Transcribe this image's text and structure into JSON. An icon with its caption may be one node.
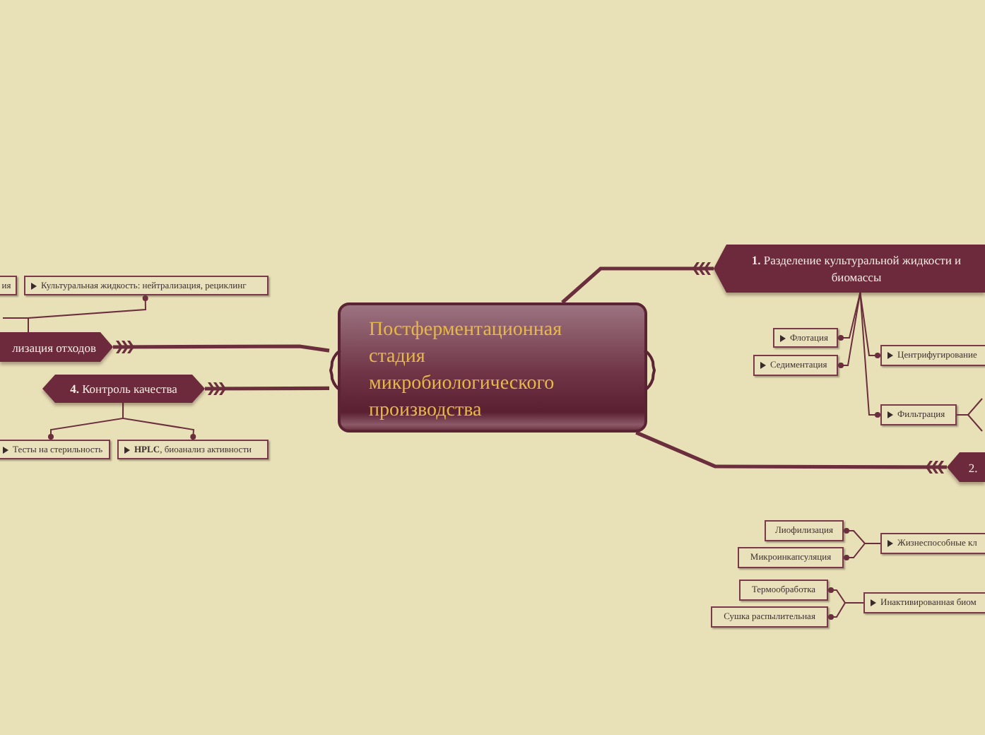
{
  "diagram": {
    "nodes": [
      {
        "text": [
          "Постферментационная стадия микробиологического производства"
        ]
      },
      {
        "text": [
          "**1.** Разделение культуральной жидкости и биомассы"
        ]
      },
      {
        "text": [
          "Флотация"
        ]
      },
      {
        "text": [
          "Седиментация"
        ]
      },
      {
        "text": [
          "Центрифугирование"
        ]
      },
      {
        "text": [
          "Фильтрация"
        ]
      },
      {
        "text": [
          "2."
        ]
      },
      {
        "text": [
          "Жизнеспособные кл"
        ]
      },
      {
        "text": [
          "Лиофилизация"
        ]
      },
      {
        "text": [
          "Микроинкапсуляция"
        ]
      },
      {
        "text": [
          "Инактивированная биом"
        ]
      },
      {
        "text": [
          "Термообработка"
        ]
      },
      {
        "text": [
          "Сушка распылительная"
        ]
      },
      {
        "text": [
          "ия"
        ]
      },
      {
        "text": [
          "Культуральная жидкость: нейтрализация, рециклинг"
        ]
      },
      {
        "text": [
          "лизация отходов"
        ]
      },
      {
        "text": [
          "**4.** Контроль качества"
        ]
      },
      {
        "text": [
          "Тесты на стерильность"
        ]
      },
      {
        "text": [
          "**HPLC**, биоанализ активности"
        ]
      }
    ],
    "edges": [
      {
        "from": 0,
        "to": 1,
        "arrow": "other",
        "style": "thick"
      },
      {
        "from": 0,
        "to": 6,
        "arrow": "other",
        "style": "thick"
      },
      {
        "from": 0,
        "to": 15,
        "arrow": "other",
        "style": "thick"
      },
      {
        "from": 0,
        "to": 16,
        "arrow": "other",
        "style": "thick"
      },
      {
        "from": 1,
        "to": 2,
        "arrow": "other"
      },
      {
        "from": 1,
        "to": 3,
        "arrow": "other"
      },
      {
        "from": 1,
        "to": 4,
        "arrow": "other"
      },
      {
        "from": 1,
        "to": 5,
        "arrow": "other"
      },
      {
        "from": 5,
        "to": null,
        "arrow": "none"
      },
      {
        "from": 5,
        "to": null,
        "arrow": "none"
      },
      {
        "from": 7,
        "to": 8,
        "arrow": "other"
      },
      {
        "from": 7,
        "to": 9,
        "arrow": "other"
      },
      {
        "from": 10,
        "to": 11,
        "arrow": "other"
      },
      {
        "from": 10,
        "to": 12,
        "arrow": "other"
      },
      {
        "from": 15,
        "to": null,
        "arrow": "none"
      },
      {
        "from": 15,
        "to": 14,
        "arrow": "other"
      },
      {
        "from": 16,
        "to": 17,
        "arrow": "other"
      },
      {
        "from": 16,
        "to": 18,
        "arrow": "other"
      }
    ]
  }
}
